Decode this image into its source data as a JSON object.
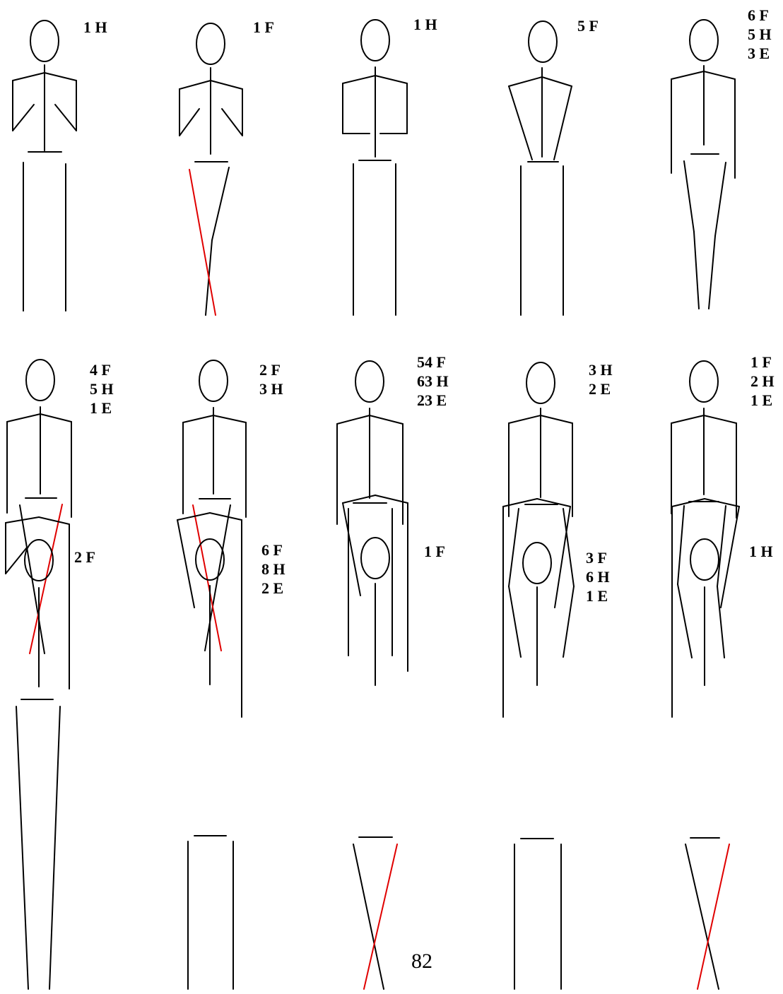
{
  "page_number": "82",
  "colors": {
    "line": "#000000",
    "crossed_leg": "#e00000"
  },
  "figures": [
    {
      "id": "r1c1",
      "counts": [
        "1 H"
      ]
    },
    {
      "id": "r1c2",
      "counts": [
        "1 F"
      ]
    },
    {
      "id": "r1c3",
      "counts": [
        "1 H"
      ]
    },
    {
      "id": "r1c4",
      "counts": [
        "5 F"
      ]
    },
    {
      "id": "r1c5",
      "counts": [
        "6 F",
        "5 H",
        "3 E"
      ]
    },
    {
      "id": "r2c1",
      "counts": [
        "4 F",
        "5 H",
        "1 E"
      ]
    },
    {
      "id": "r2c2",
      "counts": [
        "2 F",
        "3 H"
      ]
    },
    {
      "id": "r2c3",
      "counts": [
        "54 F",
        "63 H",
        "23 E"
      ]
    },
    {
      "id": "r2c4",
      "counts": [
        "3 H",
        "2 E"
      ]
    },
    {
      "id": "r2c5",
      "counts": [
        "1 F",
        "2 H",
        "1 E"
      ]
    },
    {
      "id": "r3c1",
      "counts": [
        "2 F"
      ]
    },
    {
      "id": "r3c2",
      "counts": [
        "6 F",
        "8 H",
        "2 E"
      ]
    },
    {
      "id": "r3c3",
      "counts": [
        "1 F"
      ]
    },
    {
      "id": "r3c4",
      "counts": [
        "3 F",
        "6 H",
        "1 E"
      ]
    },
    {
      "id": "r3c5",
      "counts": [
        "1 H"
      ]
    }
  ]
}
